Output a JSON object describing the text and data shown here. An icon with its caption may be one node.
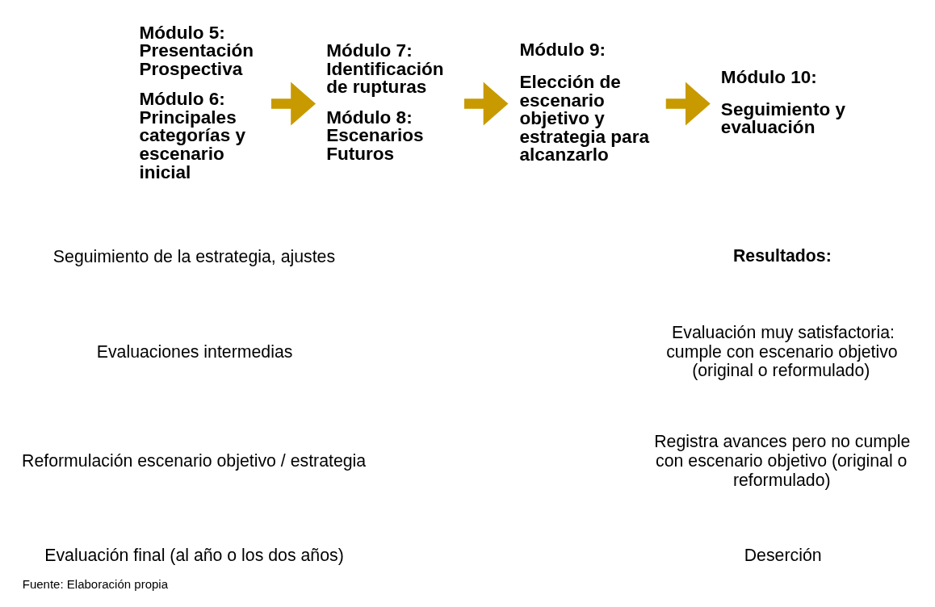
{
  "diagram": {
    "caption": "Fuente: Elaboración propia",
    "nodes": [
      {
        "text": [
          "Módulo 5: Presentación Prospectiva",
          "Módulo 6: Principales categorías y escenario inicial"
        ]
      },
      {
        "text": [
          "Módulo 7: Identificación de rupturas",
          "Módulo 8: Escenarios Futuros"
        ]
      },
      {
        "text": [
          "Módulo 9:",
          "Elección de escenario objetivo y estrategia para alcanzarlo"
        ]
      },
      {
        "text": [
          "Módulo 10:",
          "Seguimiento y evaluación"
        ]
      }
    ],
    "edges": [
      {
        "from": 0,
        "to": 1,
        "arrow": "to"
      },
      {
        "from": 1,
        "to": 2,
        "arrow": "to"
      },
      {
        "from": 2,
        "to": 3,
        "arrow": "to"
      }
    ],
    "labels": [
      "Seguimiento de la estrategia, ajustes",
      "Evaluaciones intermedias",
      "Reformulación escenario objetivo / estrategia",
      "Evaluación final (al año o los dos años)",
      "Resultados:",
      "Evaluación muy satisfactoria: cumple con escenario objetivo (original o reformulado)",
      "Registra avances pero no cumple con escenario objetivo (original o reformulado)",
      "Deserción"
    ]
  }
}
